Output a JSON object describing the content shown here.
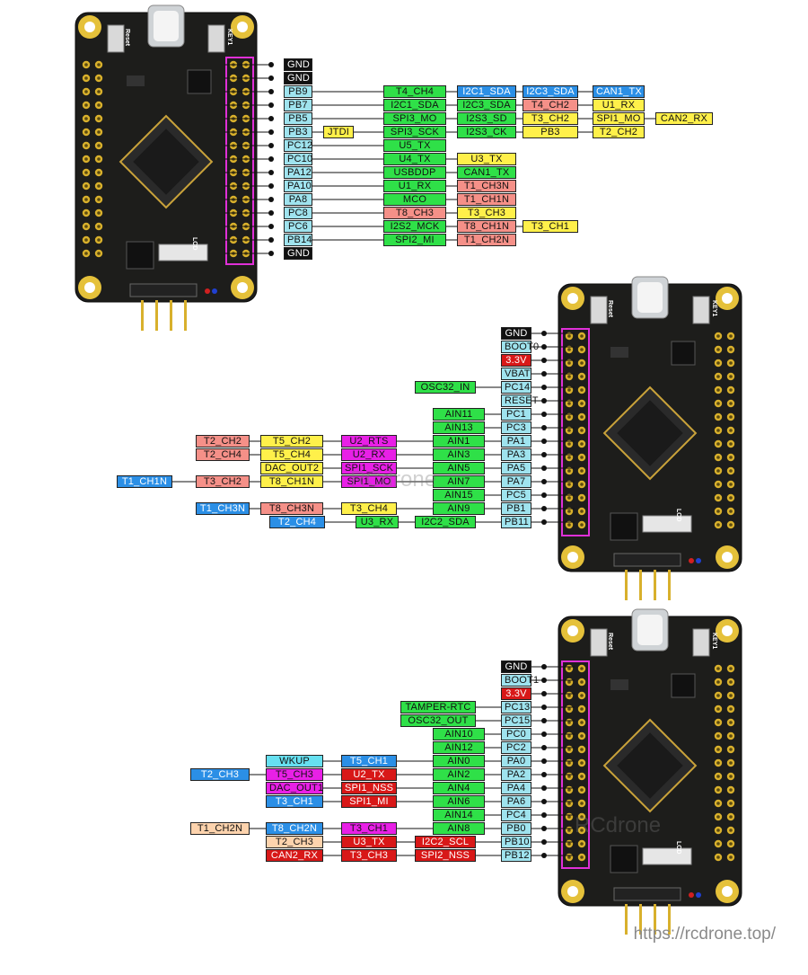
{
  "colors": {
    "black": "#111111",
    "cyan": "#9fe3ee",
    "green": "#2fe048",
    "blue": "#2b8fe6",
    "salmon": "#f59088",
    "yellow": "#fff04a",
    "magenta": "#e820e6",
    "red": "#d81818",
    "peach": "#fdd3ad",
    "skyblue": "#66e0f0"
  },
  "footer": "https://rcdrone.top/",
  "watermark": "RCdrone",
  "diagram1": {
    "board": {
      "reset": "Reset",
      "key": "KEY1",
      "lcd": "LCD"
    },
    "rows": [
      {
        "pin": "GND",
        "pin_color": "black",
        "labels": []
      },
      {
        "pin": "GND",
        "pin_color": "black",
        "labels": []
      },
      {
        "pin": "PB9",
        "pin_color": "cyan",
        "labels": [
          [
            "T4_CH4",
            "green"
          ],
          [
            "I2C1_SDA",
            "blue"
          ],
          [
            "I2C3_SDA",
            "blue"
          ],
          [
            "CAN1_TX",
            "blue"
          ]
        ]
      },
      {
        "pin": "PB7",
        "pin_color": "cyan",
        "labels": [
          [
            "I2C1_SDA",
            "green"
          ],
          [
            "I2C3_SDA",
            "green"
          ],
          [
            "T4_CH2",
            "salmon"
          ],
          [
            "U1_RX",
            "yellow"
          ]
        ]
      },
      {
        "pin": "PB5",
        "pin_color": "cyan",
        "labels": [
          [
            "SPI3_MO",
            "green"
          ],
          [
            "I2S3_SD",
            "green"
          ],
          [
            "T3_CH2",
            "yellow"
          ],
          [
            "SPI1_MO",
            "yellow"
          ],
          [
            "CAN2_RX",
            "yellow"
          ]
        ]
      },
      {
        "pin": "PB3",
        "pin_color": "cyan",
        "labels": [
          [
            "JTDI",
            "yellow"
          ],
          [
            "SPI3_SCK",
            "green"
          ],
          [
            "I2S3_CK",
            "green"
          ],
          [
            "PB3",
            "yellow"
          ],
          [
            "T2_CH2",
            "yellow"
          ]
        ]
      },
      {
        "pin": "PC12",
        "pin_color": "cyan",
        "labels": [
          [
            "U5_TX",
            "green"
          ]
        ]
      },
      {
        "pin": "PC10",
        "pin_color": "cyan",
        "labels": [
          [
            "U4_TX",
            "green"
          ],
          [
            "U3_TX",
            "yellow"
          ]
        ]
      },
      {
        "pin": "PA12",
        "pin_color": "cyan",
        "labels": [
          [
            "USBDDP",
            "green"
          ],
          [
            "CAN1_TX",
            "green"
          ]
        ]
      },
      {
        "pin": "PA10",
        "pin_color": "cyan",
        "labels": [
          [
            "U1_RX",
            "green"
          ],
          [
            "T1_CH3N",
            "salmon"
          ]
        ]
      },
      {
        "pin": "PA8",
        "pin_color": "cyan",
        "labels": [
          [
            "MCO",
            "green"
          ],
          [
            "T1_CH1N",
            "salmon"
          ]
        ]
      },
      {
        "pin": "PC8",
        "pin_color": "cyan",
        "labels": [
          [
            "T8_CH3",
            "salmon"
          ],
          [
            "T3_CH3",
            "yellow"
          ]
        ]
      },
      {
        "pin": "PC6",
        "pin_color": "cyan",
        "labels": [
          [
            "I2S2_MCK",
            "green"
          ],
          [
            "T8_CH1N",
            "salmon"
          ],
          [
            "T3_CH1",
            "yellow"
          ]
        ]
      },
      {
        "pin": "PB14",
        "pin_color": "cyan",
        "labels": [
          [
            "SPI2_MI",
            "green"
          ],
          [
            "T1_CH2N",
            "salmon"
          ]
        ]
      },
      {
        "pin": "GND",
        "pin_color": "black",
        "labels": []
      }
    ]
  },
  "diagram2": {
    "board": {
      "reset": "Reset",
      "key": "KEY1",
      "lcd": "LCD"
    },
    "rows": [
      {
        "pin": "GND",
        "pin_color": "black",
        "labels": []
      },
      {
        "pin": "BOOT0",
        "pin_color": "cyan",
        "labels": []
      },
      {
        "pin": "3.3V",
        "pin_color": "red",
        "labels": []
      },
      {
        "pin": "VBAT",
        "pin_color": "cyan",
        "labels": []
      },
      {
        "pin": "PC14",
        "pin_color": "cyan",
        "labels": [
          [
            "OSC32_IN",
            "green"
          ]
        ]
      },
      {
        "pin": "RESET",
        "pin_color": "cyan",
        "labels": []
      },
      {
        "pin": "PC1",
        "pin_color": "cyan",
        "labels": [
          [
            "AIN11",
            "green"
          ]
        ]
      },
      {
        "pin": "PC3",
        "pin_color": "cyan",
        "labels": [
          [
            "AIN13",
            "green"
          ]
        ]
      },
      {
        "pin": "PA1",
        "pin_color": "cyan",
        "labels": [
          [
            "AIN1",
            "green"
          ],
          [
            "U2_RTS",
            "magenta"
          ],
          [
            "T5_CH2",
            "yellow"
          ],
          [
            "T2_CH2",
            "salmon"
          ]
        ]
      },
      {
        "pin": "PA3",
        "pin_color": "cyan",
        "labels": [
          [
            "AIN3",
            "green"
          ],
          [
            "U2_RX",
            "magenta"
          ],
          [
            "T5_CH4",
            "yellow"
          ],
          [
            "T2_CH4",
            "salmon"
          ]
        ]
      },
      {
        "pin": "PA5",
        "pin_color": "cyan",
        "labels": [
          [
            "AIN5",
            "green"
          ],
          [
            "SPI1_SCK",
            "magenta"
          ],
          [
            "DAC_OUT2",
            "yellow"
          ]
        ]
      },
      {
        "pin": "PA7",
        "pin_color": "cyan",
        "labels": [
          [
            "AIN7",
            "green"
          ],
          [
            "SPI1_MO",
            "magenta"
          ],
          [
            "T8_CH1N",
            "yellow"
          ],
          [
            "T3_CH2",
            "salmon"
          ],
          [
            "T1_CH1N",
            "blue"
          ]
        ]
      },
      {
        "pin": "PC5",
        "pin_color": "cyan",
        "labels": [
          [
            "AIN15",
            "green"
          ]
        ]
      },
      {
        "pin": "PB1",
        "pin_color": "cyan",
        "labels": [
          [
            "AIN9",
            "green"
          ],
          [
            "T3_CH4",
            "yellow"
          ],
          [
            "T8_CH3N",
            "salmon"
          ],
          [
            "T1_CH3N",
            "blue"
          ]
        ]
      },
      {
        "pin": "PB11",
        "pin_color": "cyan",
        "labels": [
          [
            "I2C2_SDA",
            "green"
          ],
          [
            "U3_RX",
            "green"
          ],
          [
            "T2_CH4",
            "blue"
          ]
        ]
      }
    ]
  },
  "diagram3": {
    "board": {
      "reset": "Reset",
      "key": "KEY1",
      "lcd": "LCD"
    },
    "rows": [
      {
        "pin": "GND",
        "pin_color": "black",
        "labels": []
      },
      {
        "pin": "BOOT1",
        "pin_color": "cyan",
        "labels": []
      },
      {
        "pin": "3.3V",
        "pin_color": "red",
        "labels": []
      },
      {
        "pin": "PC13",
        "pin_color": "cyan",
        "labels": [
          [
            "TAMPER-RTC",
            "green"
          ]
        ]
      },
      {
        "pin": "PC15",
        "pin_color": "cyan",
        "labels": [
          [
            "OSC32_OUT",
            "green"
          ]
        ]
      },
      {
        "pin": "PC0",
        "pin_color": "cyan",
        "labels": [
          [
            "AIN10",
            "green"
          ]
        ]
      },
      {
        "pin": "PC2",
        "pin_color": "cyan",
        "labels": [
          [
            "AIN12",
            "green"
          ]
        ]
      },
      {
        "pin": "PA0",
        "pin_color": "cyan",
        "labels": [
          [
            "AIN0",
            "green"
          ],
          [
            "T5_CH1",
            "blue"
          ],
          [
            "WKUP",
            "skyblue"
          ]
        ]
      },
      {
        "pin": "PA2",
        "pin_color": "cyan",
        "labels": [
          [
            "AIN2",
            "green"
          ],
          [
            "U2_TX",
            "red"
          ],
          [
            "T5_CH3",
            "magenta"
          ],
          [
            "T2_CH3",
            "blue"
          ]
        ]
      },
      {
        "pin": "PA4",
        "pin_color": "cyan",
        "labels": [
          [
            "AIN4",
            "green"
          ],
          [
            "SPI1_NSS",
            "red"
          ],
          [
            "DAC_OUT1",
            "magenta"
          ]
        ]
      },
      {
        "pin": "PA6",
        "pin_color": "cyan",
        "labels": [
          [
            "AIN6",
            "green"
          ],
          [
            "SPI1_MI",
            "red"
          ],
          [
            "T3_CH1",
            "blue"
          ]
        ]
      },
      {
        "pin": "PC4",
        "pin_color": "cyan",
        "labels": [
          [
            "AIN14",
            "green"
          ]
        ]
      },
      {
        "pin": "PB0",
        "pin_color": "cyan",
        "labels": [
          [
            "AIN8",
            "green"
          ],
          [
            "T3_CH1",
            "magenta"
          ],
          [
            "T8_CH2N",
            "blue"
          ],
          [
            "T1_CH2N",
            "peach"
          ]
        ]
      },
      {
        "pin": "PB10",
        "pin_color": "cyan",
        "labels": [
          [
            "I2C2_SCL",
            "red"
          ],
          [
            "U3_TX",
            "red"
          ],
          [
            "T2_CH3",
            "peach"
          ]
        ]
      },
      {
        "pin": "PB12",
        "pin_color": "cyan",
        "labels": [
          [
            "SPI2_NSS",
            "red"
          ],
          [
            "T3_CH3",
            "red"
          ],
          [
            "CAN2_RX",
            "red"
          ]
        ]
      }
    ]
  }
}
